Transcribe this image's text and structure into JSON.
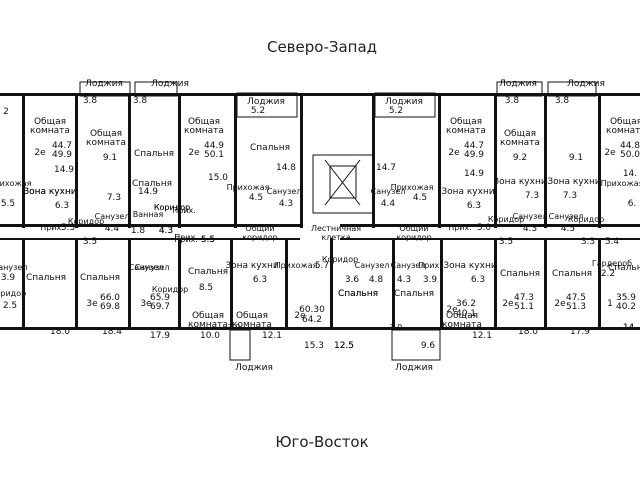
{
  "compass": {
    "north": "Северо-Запад",
    "south": "Юго-Восток"
  },
  "rooms": [
    {
      "id": "r1",
      "label": "2"
    },
    {
      "id": "r2",
      "label": "Общая комната"
    },
    {
      "id": "r3",
      "label": "Общая комната"
    },
    {
      "id": "r4",
      "label": "Спальня"
    },
    {
      "id": "r5",
      "label": "Общая комната"
    },
    {
      "id": "r6",
      "label": "Спальня"
    },
    {
      "id": "r7",
      "label": "Общая комната"
    },
    {
      "id": "r8",
      "label": "Общая комната"
    },
    {
      "id": "r9",
      "label": "Общая комната"
    }
  ],
  "loggias": [
    "Лоджия",
    "Лоджия",
    "Лоджия",
    "Лоджия",
    "Лоджия",
    "Лоджия",
    "Лоджия",
    "Лоджия"
  ],
  "texts": [
    {
      "id": "t1",
      "v": "3.8"
    },
    {
      "id": "t2",
      "v": "3.8"
    },
    {
      "id": "t3",
      "v": "5.2"
    },
    {
      "id": "t4",
      "v": "5.2"
    },
    {
      "id": "t5",
      "v": "3.8"
    },
    {
      "id": "t6",
      "v": "3.8"
    },
    {
      "id": "t7",
      "v": "2е"
    },
    {
      "id": "t8",
      "v": "44.7"
    },
    {
      "id": "t9",
      "v": "49.9"
    },
    {
      "id": "t10",
      "v": "14.9"
    },
    {
      "id": "t11",
      "v": "9.1"
    },
    {
      "id": "t12",
      "v": "Спальня"
    },
    {
      "id": "t13",
      "v": "2е"
    },
    {
      "id": "t14",
      "v": "44.9"
    },
    {
      "id": "t15",
      "v": "50.1"
    },
    {
      "id": "t16",
      "v": "15.0"
    },
    {
      "id": "t17",
      "v": "14.8"
    },
    {
      "id": "t18",
      "v": "14.7"
    },
    {
      "id": "t19",
      "v": "2е"
    },
    {
      "id": "t20",
      "v": "44.7"
    },
    {
      "id": "t21",
      "v": "49.9"
    },
    {
      "id": "t22",
      "v": "14.9"
    },
    {
      "id": "t23",
      "v": "9.2"
    },
    {
      "id": "t24",
      "v": "9.1"
    },
    {
      "id": "t25",
      "v": "2е"
    },
    {
      "id": "t26",
      "v": "44.8"
    },
    {
      "id": "t27",
      "v": "50.0"
    },
    {
      "id": "t28",
      "v": "14."
    },
    {
      "id": "t29",
      "v": "Прихожая"
    },
    {
      "id": "t30",
      "v": "5.5"
    },
    {
      "id": "t31",
      "v": "Зона кухни"
    },
    {
      "id": "t32",
      "v": "7.3"
    },
    {
      "id": "t33",
      "v": "Зона кухни"
    },
    {
      "id": "t34",
      "v": "6.3"
    },
    {
      "id": "t35",
      "v": "14.9"
    },
    {
      "id": "t36",
      "v": "Прихожая"
    },
    {
      "id": "t37",
      "v": "4.5"
    },
    {
      "id": "t38",
      "v": "Санузел"
    },
    {
      "id": "t39",
      "v": "4.3"
    },
    {
      "id": "t40",
      "v": "Санузел"
    },
    {
      "id": "t41",
      "v": "4.4"
    },
    {
      "id": "t42",
      "v": "Прихожая"
    },
    {
      "id": "t43",
      "v": "4.5"
    },
    {
      "id": "t44",
      "v": "Зона кухни"
    },
    {
      "id": "t45",
      "v": "6.3"
    },
    {
      "id": "t46",
      "v": "Зона кухни"
    },
    {
      "id": "t47",
      "v": "7.3"
    },
    {
      "id": "t48",
      "v": "Зона кухни"
    },
    {
      "id": "t49",
      "v": "7.3"
    },
    {
      "id": "t50",
      "v": "Прихожая"
    },
    {
      "id": "t51",
      "v": "6."
    },
    {
      "id": "t52",
      "v": "Ванная"
    },
    {
      "id": "t53",
      "v": "1.8"
    },
    {
      "id": "t54",
      "v": "4.3"
    },
    {
      "id": "t55",
      "v": "Прих."
    },
    {
      "id": "t56",
      "v": "5.5"
    },
    {
      "id": "t57",
      "v": "Прих."
    },
    {
      "id": "t58",
      "v": "5.3"
    },
    {
      "id": "t59",
      "v": "Коридор"
    },
    {
      "id": "t60",
      "v": "Санузел"
    },
    {
      "id": "t61",
      "v": "4.4"
    },
    {
      "id": "t62",
      "v": "3.5"
    },
    {
      "id": "t63",
      "v": "Коридор"
    },
    {
      "id": "t64",
      "v": "Общий коридор"
    },
    {
      "id": "t65",
      "v": "Лестничная клетка"
    },
    {
      "id": "t66",
      "v": "Общий коридор"
    },
    {
      "id": "t67",
      "v": "Прих."
    },
    {
      "id": "t68",
      "v": "5.0"
    },
    {
      "id": "t69",
      "v": "Коридор"
    },
    {
      "id": "t70",
      "v": "3.5"
    },
    {
      "id": "t71",
      "v": "Санузел"
    },
    {
      "id": "t72",
      "v": "4.3"
    },
    {
      "id": "t73",
      "v": "Санузел"
    },
    {
      "id": "t74",
      "v": "4.5"
    },
    {
      "id": "t75",
      "v": "Коридор"
    },
    {
      "id": "t76",
      "v": "3.3"
    },
    {
      "id": "t77",
      "v": "5.4"
    },
    {
      "id": "t78",
      "v": "Санузел"
    },
    {
      "id": "t79",
      "v": "3.9"
    },
    {
      "id": "t80",
      "v": "Коридор"
    },
    {
      "id": "t81",
      "v": "2.5"
    },
    {
      "id": "t82",
      "v": "Спальня"
    },
    {
      "id": "t83",
      "v": "Спальня"
    },
    {
      "id": "t84",
      "v": "3е"
    },
    {
      "id": "t85",
      "v": "66.0"
    },
    {
      "id": "t86",
      "v": "69.8"
    },
    {
      "id": "t87",
      "v": "18.4"
    },
    {
      "id": "t88",
      "v": "18.0"
    },
    {
      "id": "t89",
      "v": "Санузел"
    },
    {
      "id": "t90",
      "v": "3е"
    },
    {
      "id": "t91",
      "v": "65.9"
    },
    {
      "id": "t92",
      "v": "69.7"
    },
    {
      "id": "t93",
      "v": "Спальня"
    },
    {
      "id": "t94",
      "v": "8.5"
    },
    {
      "id": "t95",
      "v": "17.9"
    },
    {
      "id": "t96",
      "v": "Общая комната"
    },
    {
      "id": "t97",
      "v": "10.0"
    },
    {
      "id": "t98",
      "v": "Зона кухни"
    },
    {
      "id": "t99",
      "v": "6.3"
    },
    {
      "id": "t100",
      "v": "Общая комната"
    },
    {
      "id": "t101",
      "v": "12.1"
    },
    {
      "id": "t102",
      "v": "Прихожая"
    },
    {
      "id": "t103",
      "v": "5.7"
    },
    {
      "id": "t104",
      "v": "2е"
    },
    {
      "id": "t105",
      "v": "60.30"
    },
    {
      "id": "t106",
      "v": "64.2"
    },
    {
      "id": "t107",
      "v": "15.3"
    },
    {
      "id": "t108",
      "v": "Коридор"
    },
    {
      "id": "t109",
      "v": "3.6"
    },
    {
      "id": "t110",
      "v": "Санузел"
    },
    {
      "id": "t111",
      "v": "4.8"
    },
    {
      "id": "t112",
      "v": "Спальня"
    },
    {
      "id": "t113",
      "v": "12.5"
    },
    {
      "id": "t114",
      "v": "Санузел"
    },
    {
      "id": "t115",
      "v": "4.3"
    },
    {
      "id": "t116",
      "v": "Прих."
    },
    {
      "id": "t117",
      "v": "3.9"
    },
    {
      "id": "t118",
      "v": "Спальня"
    },
    {
      "id": "t119",
      "v": "9.6"
    },
    {
      "id": "t120",
      "v": "Зона кухни"
    },
    {
      "id": "t121",
      "v": "6.3"
    },
    {
      "id": "t122",
      "v": "2е"
    },
    {
      "id": "t123",
      "v": "36.2"
    },
    {
      "id": "t124",
      "v": "40.1"
    },
    {
      "id": "t125",
      "v": "Общая комната"
    },
    {
      "id": "t126",
      "v": "12.1"
    },
    {
      "id": "t127",
      "v": "Спальня"
    },
    {
      "id": "t128",
      "v": "2е"
    },
    {
      "id": "t129",
      "v": "47.3"
    },
    {
      "id": "t130",
      "v": "51.1"
    },
    {
      "id": "t131",
      "v": "18.0"
    },
    {
      "id": "t132",
      "v": "Спальня"
    },
    {
      "id": "t133",
      "v": "2е"
    },
    {
      "id": "t134",
      "v": "47.5"
    },
    {
      "id": "t135",
      "v": "51.3"
    },
    {
      "id": "t136",
      "v": "17.9"
    },
    {
      "id": "t137",
      "v": "Гардероб"
    },
    {
      "id": "t138",
      "v": "2.2"
    },
    {
      "id": "t139",
      "v": "Спальня"
    },
    {
      "id": "t140",
      "v": "1"
    },
    {
      "id": "t141",
      "v": "35.9"
    },
    {
      "id": "t142",
      "v": "40.2"
    },
    {
      "id": "t143",
      "v": "14."
    },
    {
      "id": "t144",
      "v": "Спальня"
    },
    {
      "id": "t145",
      "v": "12.5"
    },
    {
      "id": "t146",
      "v": "3.9"
    },
    {
      "id": "t147",
      "v": "3.9"
    },
    {
      "id": "t148",
      "v": "Коридор"
    },
    {
      "id": "t149",
      "v": "Прих."
    },
    {
      "id": "t150",
      "v": "5.5"
    },
    {
      "id": "t151",
      "v": "Санузел"
    },
    {
      "id": "t152",
      "v": "Прих."
    },
    {
      "id": "t153",
      "v": "Коридор"
    },
    {
      "id": "t154",
      "v": "4.3"
    },
    {
      "id": "t155",
      "v": "14."
    }
  ]
}
